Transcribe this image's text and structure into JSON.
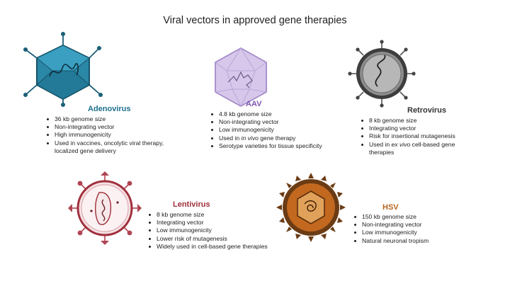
{
  "title": "Viral vectors in approved gene therapies",
  "colors": {
    "adenovirus": "#1f6f8b",
    "aav": "#7d55b0",
    "retrovirus": "#333333",
    "lentivirus": "#a02f3b",
    "hsv": "#b5651d"
  },
  "vectors": {
    "adenovirus": {
      "name": "Adenovirus",
      "icon": "adenovirus-icosahedron-icon",
      "facts": [
        "36 kb genome size",
        "Non-integrating vector",
        "High immunogenicity",
        "Used in vaccines, oncolytic viral therapy, localized gene delivery"
      ]
    },
    "aav": {
      "name": "AAV",
      "icon": "aav-capsid-icon",
      "facts": [
        "4.8 kb genome size",
        "Non-integrating vector",
        "Low immunogenicity",
        "Used in in vivo gene therapy",
        "Serotype varieties for tissue specificity"
      ],
      "fact_italic": "in vivo"
    },
    "retrovirus": {
      "name": "Retrovirus",
      "icon": "retrovirus-particle-icon",
      "facts": [
        "8 kb genome size",
        "Integrating vector",
        "Risk for insertional mutagenesis",
        "Used in ex vivo cell-based gene therapies"
      ],
      "fact_italic": "ex vivo"
    },
    "lentivirus": {
      "name": "Lentivirus",
      "icon": "lentivirus-particle-icon",
      "facts": [
        "8 kb genome size",
        "Integrating vector",
        "Low immunogenicity",
        "Lower risk of mutagenesis",
        "Widely used in cell-based gene therapies"
      ]
    },
    "hsv": {
      "name": "HSV",
      "icon": "hsv-particle-icon",
      "facts": [
        "150 kb genome size",
        "Non-integrating vector",
        "Low immunogenicity",
        "Natural neuronal tropism"
      ]
    }
  }
}
